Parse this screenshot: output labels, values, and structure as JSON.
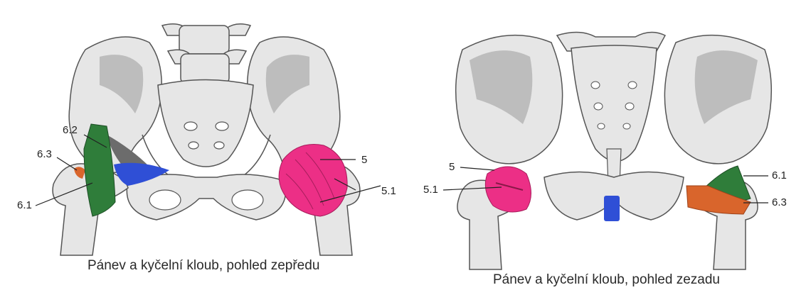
{
  "figures": [
    {
      "caption": "Pánev a kyčelní kloub, pohled zepředu",
      "labels": [
        "6.2",
        "6.3",
        "6.1",
        "5",
        "5.1"
      ]
    },
    {
      "caption": "Pánev a kyčelní kloub, pohled zezadu",
      "labels": [
        "5",
        "5.1",
        "6.1",
        "6.3"
      ]
    }
  ],
  "colors": {
    "bone": "#e6e6e6",
    "bone_shade": "#bdbdbd",
    "muscle_pink": "#ec2f86",
    "muscle_green": "#2f7d3a",
    "muscle_blue": "#2f4fd6",
    "muscle_orange": "#d9652c",
    "muscle_grey": "#6c6c6c"
  }
}
